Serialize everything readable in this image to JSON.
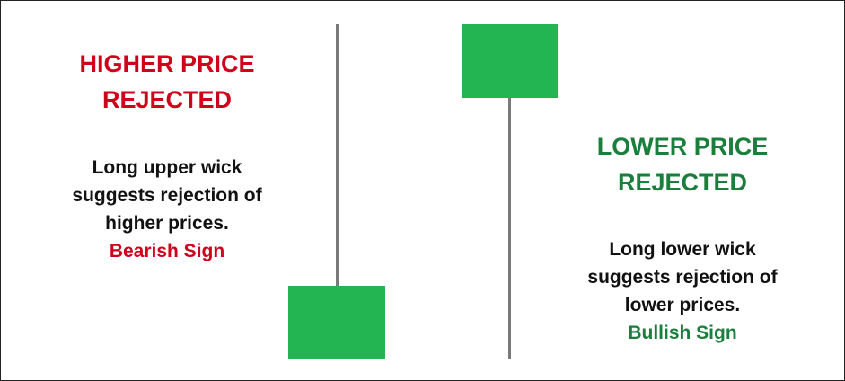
{
  "colors": {
    "bearish": "#d0021b",
    "bullish": "#1a7f3c",
    "candle_body": "#22b551",
    "wick": "#7a7a7a",
    "text": "#111111"
  },
  "left": {
    "heading": [
      "HIGHER PRICE",
      "REJECTED"
    ],
    "description": [
      "Long upper wick",
      "suggests rejection of",
      "higher prices."
    ],
    "sign": "Bearish Sign"
  },
  "right": {
    "heading": [
      "LOWER PRICE",
      "REJECTED"
    ],
    "description": [
      "Long lower wick",
      "suggests rejection of",
      "lower prices."
    ],
    "sign": "Bullish Sign"
  }
}
